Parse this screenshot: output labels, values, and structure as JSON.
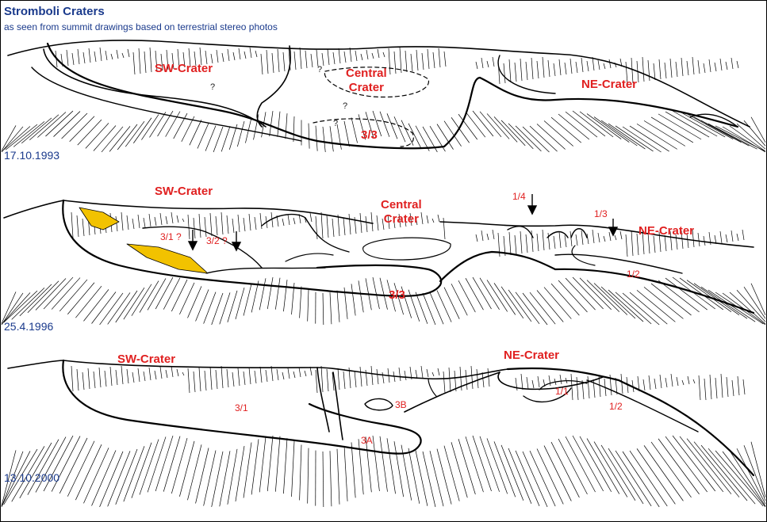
{
  "title": "Stromboli Craters",
  "subtitle": "as seen from summit drawings based on terrestrial stereo photos",
  "colors": {
    "title": "#1a3a8c",
    "label": "#e02020",
    "line": "#000000",
    "deposit": "#f2c200"
  },
  "panels": [
    {
      "date": "17.10.1993",
      "labels": {
        "sw": "SW-Crater",
        "central": "Central\nCrater",
        "ne": "NE-Crater",
        "c33": "3/3"
      }
    },
    {
      "date": "25.4.1996",
      "labels": {
        "sw": "SW-Crater",
        "central": "Central\nCrater",
        "ne": "NE-Crater",
        "c33": "3/3",
        "c31": "3/1 ?",
        "c32": "3/2 ?",
        "c14": "1/4",
        "c13": "1/3",
        "c12": "1/2"
      }
    },
    {
      "date": "13.10.2000",
      "labels": {
        "sw": "SW-Crater",
        "ne": "NE-Crater",
        "c31": "3/1",
        "c3a": "3A",
        "c3b": "3B",
        "c11": "1/1",
        "c12": "1/2"
      }
    }
  ]
}
